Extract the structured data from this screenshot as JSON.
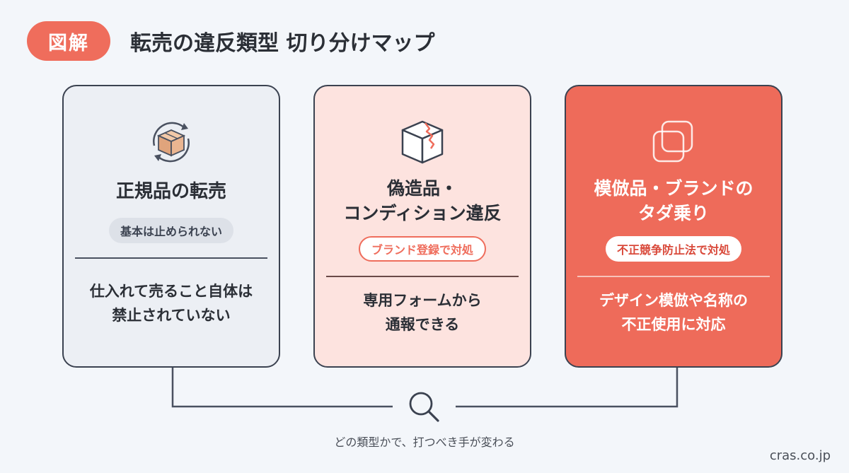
{
  "header": {
    "badge": "図解",
    "title": "転売の違反類型 切り分けマップ"
  },
  "cards": [
    {
      "icon": "box-cycle-icon",
      "title": "正規品の転売",
      "pill": "基本は止められない",
      "description": "仕入れて売ること自体は\n禁止されていない"
    },
    {
      "icon": "broken-box-icon",
      "title": "偽造品・\nコンディション違反",
      "pill": "ブランド登録で対処",
      "description": "専用フォームから\n通報できる"
    },
    {
      "icon": "copy-squares-icon",
      "title": "模倣品・ブランドの\nタダ乗り",
      "pill": "不正競争防止法で対処",
      "description": "デザイン模倣や名称の\n不正使用に対応"
    }
  ],
  "connector": {
    "icon": "magnifier-icon",
    "caption": "どの類型かで、打つべき手が変わる"
  },
  "footer": "cras.co.jp",
  "colors": {
    "accent": "#ef6d5c",
    "card1_bg": "#eceff4",
    "card2_bg": "#fde3df",
    "card3_bg": "#ee6b5a",
    "page_bg": "#f3f6fa"
  }
}
